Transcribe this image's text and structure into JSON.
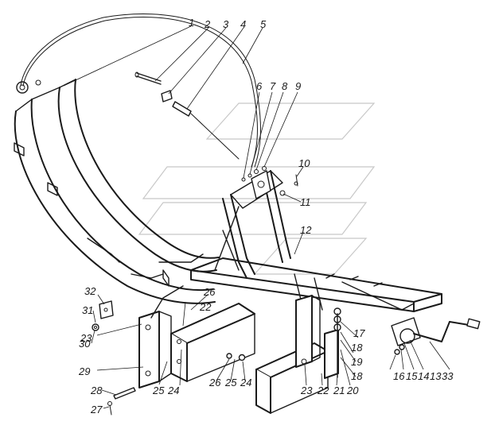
{
  "callouts": [
    {
      "id": "c1",
      "text": "1"
    },
    {
      "id": "c2",
      "text": "2"
    },
    {
      "id": "c3",
      "text": "3"
    },
    {
      "id": "c4",
      "text": "4"
    },
    {
      "id": "c5",
      "text": "5"
    },
    {
      "id": "c6",
      "text": "6"
    },
    {
      "id": "c7",
      "text": "7"
    },
    {
      "id": "c8",
      "text": "8"
    },
    {
      "id": "c9",
      "text": "9"
    },
    {
      "id": "c10",
      "text": "10"
    },
    {
      "id": "c11",
      "text": "11"
    },
    {
      "id": "c12",
      "text": "12"
    },
    {
      "id": "c13",
      "text": "13"
    },
    {
      "id": "c14",
      "text": "14"
    },
    {
      "id": "c15",
      "text": "15"
    },
    {
      "id": "c16",
      "text": "16"
    },
    {
      "id": "c17",
      "text": "17"
    },
    {
      "id": "c18a",
      "text": "18"
    },
    {
      "id": "c18b",
      "text": "18"
    },
    {
      "id": "c19",
      "text": "19"
    },
    {
      "id": "c20",
      "text": "20"
    },
    {
      "id": "c21",
      "text": "21"
    },
    {
      "id": "c22a",
      "text": "22"
    },
    {
      "id": "c22b",
      "text": "22"
    },
    {
      "id": "c23a",
      "text": "23"
    },
    {
      "id": "c23b",
      "text": "23"
    },
    {
      "id": "c24a",
      "text": "24"
    },
    {
      "id": "c24b",
      "text": "24"
    },
    {
      "id": "c25a",
      "text": "25"
    },
    {
      "id": "c25b",
      "text": "25"
    },
    {
      "id": "c26a",
      "text": "26"
    },
    {
      "id": "c26b",
      "text": "26"
    },
    {
      "id": "c27",
      "text": "27"
    },
    {
      "id": "c28",
      "text": "28"
    },
    {
      "id": "c29",
      "text": "29"
    },
    {
      "id": "c30",
      "text": "30"
    },
    {
      "id": "c31",
      "text": "31"
    },
    {
      "id": "c32",
      "text": "32"
    },
    {
      "id": "c33",
      "text": "33"
    }
  ]
}
